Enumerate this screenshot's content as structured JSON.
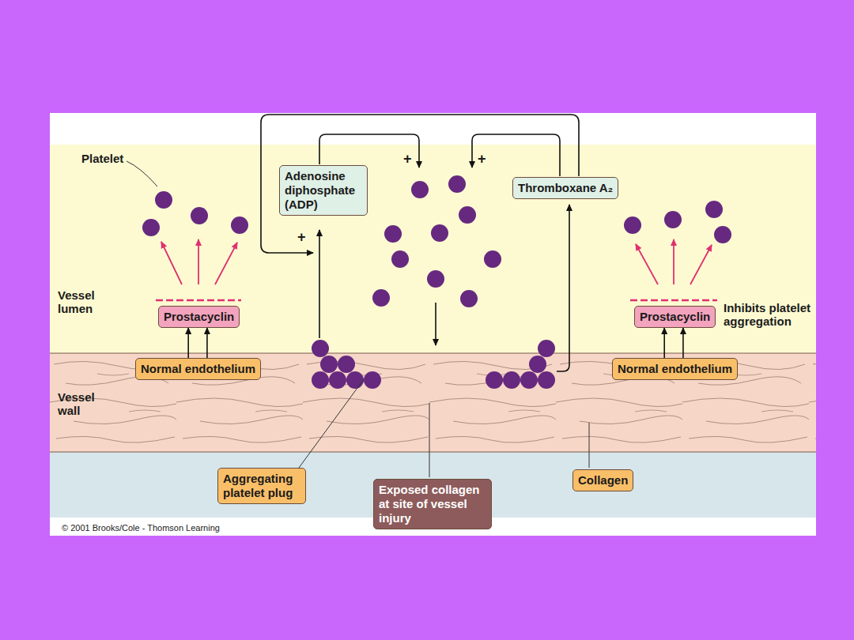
{
  "diagram": {
    "nodes": [
      {
        "text": [
          "Adenosine diphosphate (ADP)"
        ]
      },
      {
        "text": [
          "Thromboxane A₂"
        ]
      },
      {
        "text": [
          "Prostacyclin"
        ]
      },
      {
        "text": [
          "Prostacyclin"
        ]
      },
      {
        "text": [
          "Normal endothelium"
        ]
      },
      {
        "text": [
          "Normal endothelium"
        ]
      },
      {
        "text": [
          "Aggregating platelet plug"
        ]
      },
      {
        "text": [
          "Exposed collagen at site of vessel injury"
        ]
      },
      {
        "text": [
          "Collagen"
        ]
      }
    ],
    "edges": [
      {
        "from": 4,
        "to": 2,
        "arrow": "to"
      },
      {
        "from": 4,
        "to": 2,
        "arrow": "to"
      },
      {
        "from": 5,
        "to": 3,
        "arrow": "to"
      },
      {
        "from": 5,
        "to": 3,
        "arrow": "to"
      }
    ],
    "labels": [
      "Platelet",
      "+",
      "+",
      "+",
      "Vessel lumen",
      "Inhibits platelet aggregation",
      "Vessel wall",
      "© 2001 Brooks/Cole - Thomson Learning"
    ]
  }
}
